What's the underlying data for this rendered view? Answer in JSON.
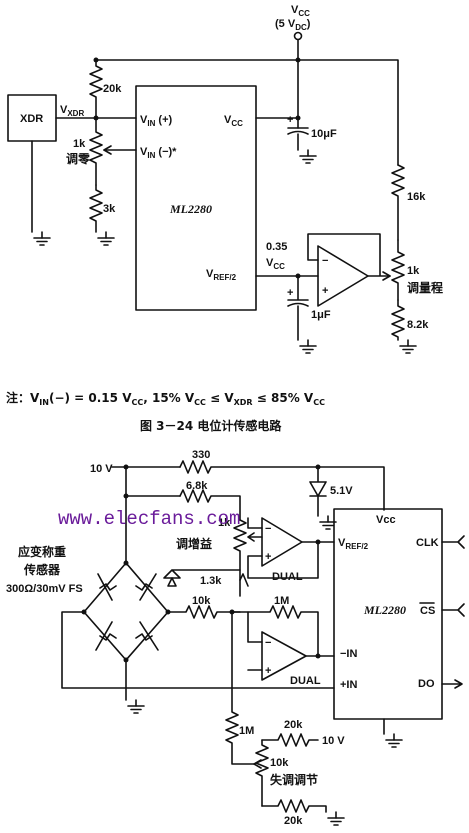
{
  "figure1": {
    "vcc_label": "V",
    "vcc_sub": "CC",
    "vcc_value_a": "(5 V",
    "vcc_value_sub": "DC",
    "vcc_value_b": ")",
    "xdr_label": "XDR",
    "vxdr_label": "V",
    "vxdr_sub": "XDR",
    "r_top": "20k",
    "pot_value": "1k",
    "pot_name": "调零",
    "r_bottom": "3k",
    "vin_plus_a": "V",
    "vin_plus_sub": "IN",
    "vin_plus_b": " (+)",
    "vin_minus_a": "V",
    "vin_minus_sub": "IN",
    "vin_minus_b": " (−)*",
    "chip_vcc_a": "V",
    "chip_vcc_sub": "CC",
    "chip_name": "ML2280",
    "cap1": "10μF",
    "vref_a": "V",
    "vref_sub": "REF/2",
    "vref_value": "0.35",
    "vref_value2_a": "V",
    "vref_value2_sub": "CC",
    "cap2": "1μF",
    "r16k": "16k",
    "pot2_value": "1k",
    "pot2_name": "调量程",
    "r8k2": "8.2k",
    "note": "注：V",
    "note_sub": "IN",
    "note_rest": "(−) = 0.15 V",
    "note_sub2": "CC",
    "note_rest2": ", 15% V",
    "note_sub3": "CC",
    "note_rest3": " ≤ V",
    "note_sub4": "XDR",
    "note_rest4": " ≤ 85% V",
    "note_sub5": "CC",
    "caption": "图 3－24    电位计传感电路"
  },
  "figure2": {
    "supply": "10 V",
    "r330": "330",
    "r6k8": "6.8k",
    "zener": "5.1V",
    "gain_pot": "1k",
    "gain_name": "调增益",
    "r1k3": "1.3k",
    "dual1": "DUAL",
    "sensor_name1": "应变称重",
    "sensor_name2": "传感器",
    "sensor_spec": "300Ω/30mV FS",
    "r10k": "10k",
    "r1m_a": "1M",
    "dual2": "DUAL",
    "chip_vcc": "Vcc",
    "chip_vref_a": "V",
    "chip_vref_sub": "REF/2",
    "chip_name": "ML2280",
    "pin_clk": "CLK",
    "pin_cs": "CS",
    "pin_do": "DO",
    "pin_inm": "−IN",
    "pin_inp": "+IN",
    "r1m_b": "1M",
    "r20k_a": "20k",
    "v10": "10 V",
    "offset_pot": "10k",
    "offset_name": "失调调节",
    "r20k_b": "20k"
  },
  "watermark": "www.elecfans.com"
}
